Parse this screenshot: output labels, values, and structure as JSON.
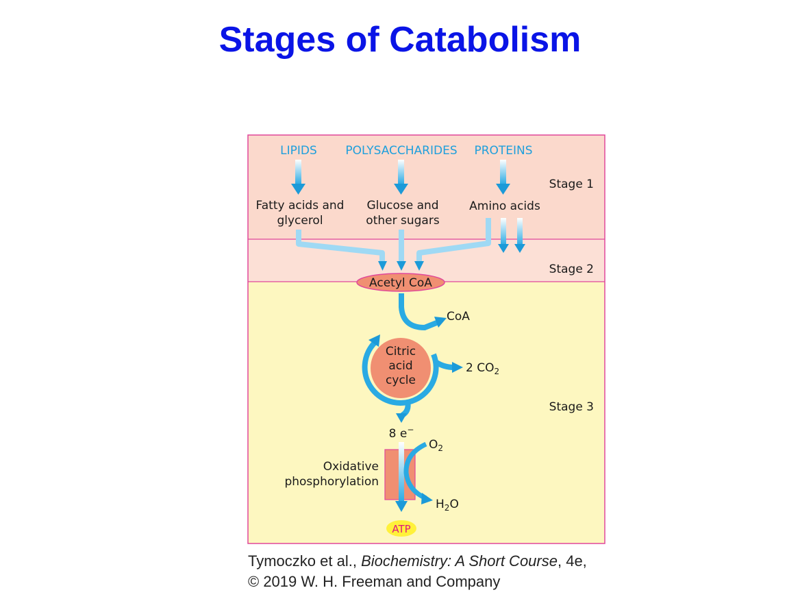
{
  "title": "Stages of Catabolism",
  "colors": {
    "title": "#0a14e6",
    "stage1_bg": "#fbd9cc",
    "stage2_bg": "#fce0d6",
    "stage3_bg": "#fdf7c0",
    "border": "#e0479a",
    "arrow": "#2aaae3",
    "node": "#f08f72",
    "atp_badge": "#fff13a",
    "atp_text": "#e0197b"
  },
  "diagram": {
    "sources": {
      "lipids": "LIPIDS",
      "polysaccharides": "POLYSACCHARIDES",
      "proteins": "PROTEINS"
    },
    "products": {
      "fatty_acids_line1": "Fatty acids and",
      "fatty_acids_line2": "glycerol",
      "glucose_line1": "Glucose and",
      "glucose_line2": "other sugars",
      "amino_acids": "Amino acids"
    },
    "stages": {
      "stage1": "Stage 1",
      "stage2": "Stage 2",
      "stage3": "Stage 3"
    },
    "acetyl_coa": "Acetyl CoA",
    "coa": "CoA",
    "citric_line1": "Citric",
    "citric_line2": "acid",
    "citric_line3": "cycle",
    "co2_prefix": "2 CO",
    "co2_sub": "2",
    "electrons": "8 e",
    "electrons_sup": "−",
    "o2_base": "O",
    "o2_sub": "2",
    "oxphos_line1": "Oxidative",
    "oxphos_line2": "phosphorylation",
    "h2o_h": "H",
    "h2o_sub": "2",
    "h2o_o": "O",
    "atp": "ATP"
  },
  "citation": {
    "authors": "Tymoczko et al., ",
    "book": "Biochemistry: A Short Course",
    "edition": ", 4e,",
    "copyright": "© 2019 W. H. Freeman and Company"
  }
}
